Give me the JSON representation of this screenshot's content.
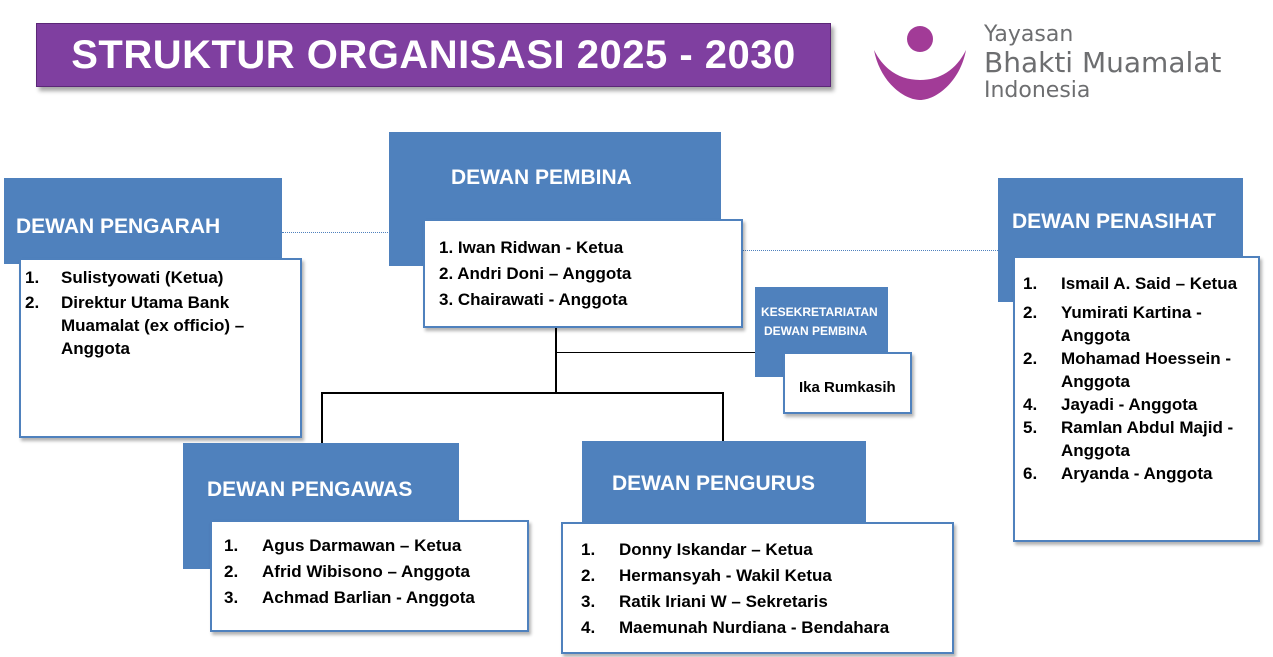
{
  "title": "STRUKTUR ORGANISASI 2025 - 2030",
  "logo": {
    "line1": "Yayasan",
    "line2": "Bhakti Muamalat",
    "line3": "Indonesia",
    "color": "#a23b97"
  },
  "colors": {
    "header": "#4f81bd",
    "banner": "#7f3fa0"
  },
  "dewan_pembina": {
    "title": "DEWAN PEMBINA",
    "members": [
      "1. Iwan Ridwan - Ketua",
      "2. Andri Doni – Anggota",
      "3. Chairawati - Anggota"
    ]
  },
  "dewan_pengarah": {
    "title": "DEWAN PENGARAH",
    "members": [
      {
        "num": "1.",
        "text": "Sulistyowati (Ketua)"
      },
      {
        "num": "2.",
        "text": "Direktur Utama Bank Muamalat (ex officio) – Anggota"
      }
    ]
  },
  "dewan_penasihat": {
    "title": "DEWAN PENASIHAT",
    "members": [
      {
        "num": "1.",
        "text": "Ismail A. Said – Ketua"
      },
      {
        "num": "2.",
        "text": "Yumirati Kartina - Anggota"
      },
      {
        "num": "2.",
        "text": "Mohamad Hoessein - Anggota"
      },
      {
        "num": "4.",
        "text": "Jayadi - Anggota"
      },
      {
        "num": "5.",
        "text": "Ramlan Abdul Majid - Anggota"
      },
      {
        "num": "6.",
        "text": "Aryanda - Anggota"
      }
    ]
  },
  "kesekretariatan": {
    "title_line1": "KESEKRETARIATAN",
    "title_line2": "DEWAN PEMBINA",
    "member": "Ika Rumkasih"
  },
  "dewan_pengawas": {
    "title": "DEWAN PENGAWAS",
    "members": [
      {
        "num": "1.",
        "text": "Agus Darmawan – Ketua"
      },
      {
        "num": "2.",
        "text": "Afrid Wibisono – Anggota"
      },
      {
        "num": "3.",
        "text": "Achmad Barlian - Anggota"
      }
    ]
  },
  "dewan_pengurus": {
    "title": "DEWAN PENGURUS",
    "members": [
      {
        "num": "1.",
        "text": "Donny Iskandar – Ketua"
      },
      {
        "num": "2.",
        "text": "Hermansyah - Wakil Ketua"
      },
      {
        "num": "3.",
        "text": "Ratik Iriani W – Sekretaris"
      },
      {
        "num": "4.",
        "text": "Maemunah Nurdiana - Bendahara"
      }
    ]
  }
}
